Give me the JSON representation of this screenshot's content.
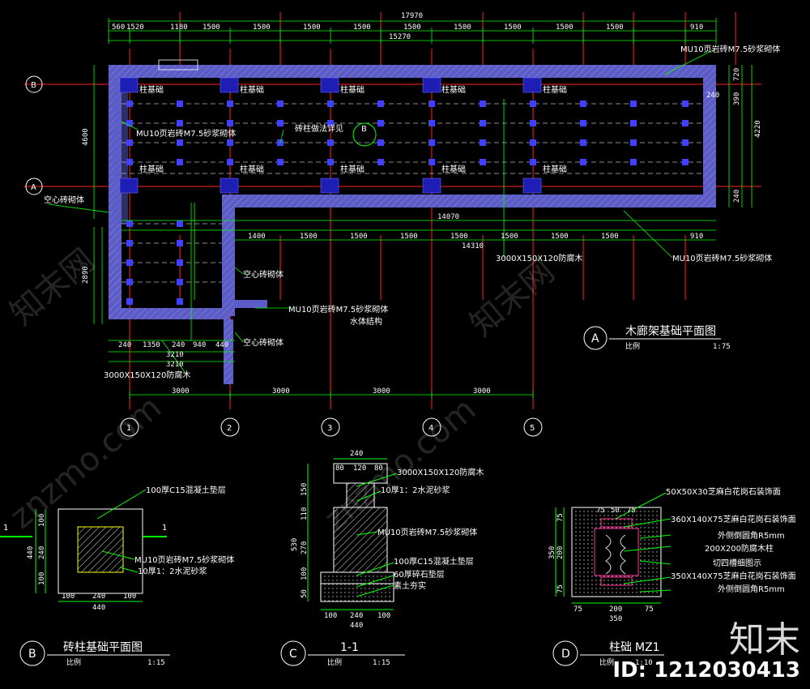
{
  "plan": {
    "dim_top_total": "17970",
    "dim_top_segments": [
      "560",
      "1520",
      "1180",
      "1500",
      "1500",
      "1500",
      "1500",
      "1500",
      "1500",
      "1500",
      "1500",
      "1500",
      "910"
    ],
    "dim_top_sub": "15270",
    "dim_mid_total": "14070",
    "dim_mid_sub": "14310",
    "dim_mid_segments": [
      "1400",
      "1500",
      "1500",
      "1500",
      "1500",
      "1500",
      "1500",
      "1500",
      "910"
    ],
    "dim_bottom_segments": [
      "3000",
      "3000",
      "3000",
      "3000"
    ],
    "dim_bottom_left": [
      "240",
      "1350",
      "240",
      "940",
      "440"
    ],
    "dim_bottom_left2": [
      "3210",
      "3210"
    ],
    "dim_left_total": "4600",
    "dim_left_lower": "2890",
    "dim_right": [
      "720",
      "390",
      "240",
      "4220",
      "240"
    ],
    "axis_rows": [
      "B",
      "A"
    ],
    "axis_cols": [
      "1",
      "2",
      "3",
      "4",
      "5"
    ],
    "labels": {
      "col_base": "柱基础",
      "mu10_top": "MU10页岩砖M7.5砂浆砌体",
      "mu10_left": "MU10页岩砖M7.5砂浆砌体",
      "brick_ref": "砖柱做法详见",
      "hollow_left": "空心砖砌体",
      "hollow_mid": "空心砖砌体",
      "hollow_low": "空心砖砌体",
      "mu10_mid": "MU10页岩砖M7.5砂浆砌体",
      "water_struct": "水体结构",
      "timber_mid": "3000X150X120防腐木",
      "mu10_right": "MU10页岩砖M7.5砂浆砌体",
      "timber_low": "3000X150X120防腐木",
      "ref_b": "B"
    },
    "title_letter": "A",
    "title": "木廊架基础平面图",
    "scale_label": "比例",
    "scale": "1:75"
  },
  "detail_b": {
    "labels": [
      "100厚C15混凝土垫层",
      "MU10页岩砖M7.5砂浆砌体",
      "10厚1：2水泥砂浆"
    ],
    "dims_bottom": [
      "100",
      "240",
      "100"
    ],
    "dim_total": "440",
    "dims_left": [
      "100",
      "240",
      "100"
    ],
    "dim_left_total": "440",
    "section_mark": "1",
    "title_letter": "B",
    "title": "砖柱基础平面图",
    "scale_label": "比例",
    "scale": "1:15"
  },
  "detail_c": {
    "labels": [
      "3000X150X120防腐木",
      "10厚1：2水泥砂浆",
      "MU10页岩砖M7.5砂浆砌体",
      "100厚C15混凝土垫层",
      "60厚碎石垫层",
      "素土夯实"
    ],
    "dims_top": [
      "240",
      "80",
      "120",
      "80"
    ],
    "dims_bottom": [
      "100",
      "240",
      "100"
    ],
    "dim_total": "440",
    "dims_left": [
      "150",
      "110",
      "270",
      "530",
      "100",
      "50"
    ],
    "title_letter": "C",
    "title": "1-1",
    "scale_label": "比例",
    "scale": "1:15"
  },
  "detail_d": {
    "labels": [
      "50X50X30芝麻白花岗石装饰面",
      "360X140X75芝麻白花岗石装饰面",
      "外侧倒圆角R5mm",
      "200X200防腐木柱",
      "切四槽细图示",
      "350X140X75芝麻白花岗石装饰面",
      "外侧倒圆角R5mm"
    ],
    "dims_top": [
      "75",
      "50",
      "75"
    ],
    "dims_left": [
      "75",
      "200",
      "75"
    ],
    "dim_left_total": "350",
    "dims_bottom": [
      "75",
      "200",
      "75"
    ],
    "dim_total": "350",
    "title_letter": "D",
    "title": "柱础",
    "title_suffix": "MZ1",
    "scale_label": "比例",
    "scale": "1:10"
  },
  "watermarks": [
    "知末网",
    "znzmo.com",
    "知末网",
    "znzmo.com"
  ],
  "badge": {
    "logo": "知末",
    "id": "ID: 1212030413"
  },
  "colors": {
    "bg": "#000000",
    "wall": "#5c5cc8",
    "dim": "#00ff00",
    "axis": "#ff2222",
    "hatch": "#ffff00",
    "detail": "#ff3399",
    "post": "#1e1eb4"
  }
}
